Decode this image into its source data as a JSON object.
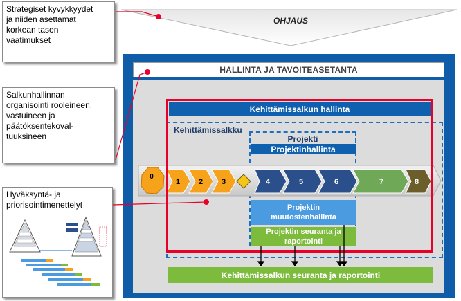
{
  "ohjaus": {
    "label": "OHJAUS"
  },
  "callouts": [
    {
      "text": "Strategiset kyvykkyydet\nja niiden asettamat\nkorkean tason\nvaatimukset"
    },
    {
      "text": "Salkunhallinnan\norganisointi rooleineen,\nvastuineen ja\npäätöksentekoval-\ntuuksineen"
    },
    {
      "text": "Hyväksyntä- ja\npriorisointimenettelyt"
    }
  ],
  "hallinta_title": "HALLINTA JA TAVOITEASETANTA",
  "portfolio_mgmt_title": "Kehittämissalkun hallinta",
  "portfolio_label": "Kehittämissalkku",
  "project": {
    "title": "Projekti",
    "management": "Projektinhallinta"
  },
  "phases": [
    "0",
    "1",
    "2",
    "3",
    "4",
    "5",
    "6",
    "7",
    "8"
  ],
  "change_mgmt": "Projektin\nmuutostenhallinta",
  "project_tracking": "Projektin seuranta ja\nraportointi",
  "portfolio_tracking": "Kehittämissalkun seuranta ja raportointi",
  "colors": {
    "frame_blue": "#0f5ca8",
    "panel_gray": "#dcdcdc",
    "accent_red": "#e8002a",
    "orange": "#f7a21b",
    "navy": "#2a4f8a",
    "green": "#6fa856",
    "olive": "#6b5e2a",
    "light_blue": "#4a9be0",
    "bright_green": "#7cbb3b",
    "diamond": "#f5c518"
  }
}
